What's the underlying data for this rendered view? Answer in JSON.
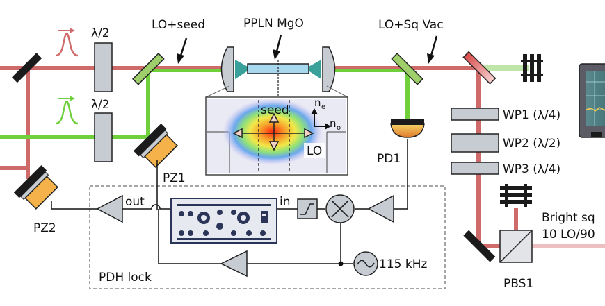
{
  "labels": {
    "lambda_half_1": "λ/2",
    "lambda_half_2": "λ/2",
    "lo_seed": "LO+seed",
    "ppln": "PPLN MgO",
    "lo_sq_vac": "LO+Sq Vac",
    "seed": "seed",
    "lo": "LO",
    "n_e_main": "n",
    "n_e_sub": "e",
    "n_o_main": "n",
    "n_o_sub": "o",
    "pd1": "PD1",
    "pz1": "PZ1",
    "pz2": "PZ2",
    "wp1": "WP1 (λ/4)",
    "wp2": "WP2 (λ/2)",
    "wp3": "WP3 (λ/4)",
    "out": "out",
    "in": "in",
    "freq": "115 kHz",
    "pdh_lock": "PDH lock",
    "bright_1": "Bright sq",
    "bright_2": "10 LO/90",
    "pbs1": "PBS1"
  },
  "colors": {
    "red_beam": "#cf6a6a",
    "green_beam": "#6fd03c",
    "light_green_beam": "#bfe6a8",
    "pink_beam": "#ecc0c0",
    "optic_grey": "#c7ccd3",
    "optic_dark": "#1b1b1b",
    "piezo_orange": "#f5b24a",
    "dichroic_green": "#9fcf6a",
    "dichroic_red": "#d94a4a",
    "crystal_blue": "#a8d8ee",
    "box_grey": "#888888"
  },
  "icons": {
    "red_pulse": "gaussian-pulse-icon",
    "green_pulse": "gaussian-pulse-icon",
    "oscillator": "sine-source-icon",
    "mixer": "mixer-icon",
    "filter": "lowpass-filter-icon",
    "amplifier": "amplifier-triangle-icon",
    "controller": "pid-controller-icon",
    "photodiode": "photodiode-icon",
    "scope": "oscilloscope-icon",
    "beam_dump": "beam-dump-icon"
  }
}
